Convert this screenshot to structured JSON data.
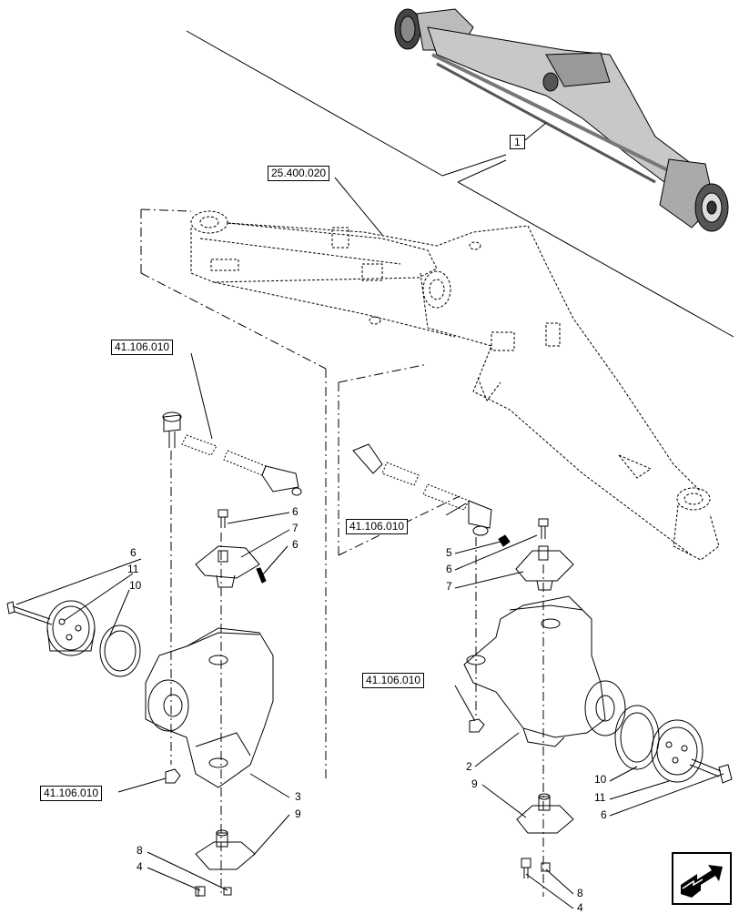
{
  "references": {
    "axle_ref": "25.400.020",
    "tie_rod_ref_left": "41.106.010",
    "tie_rod_ref_right": "41.106.010",
    "nut_ref_left": "41.106.010",
    "nut_ref_right": "41.106.010"
  },
  "callout_number": "1",
  "part_labels": {
    "l6a": "6",
    "l11a": "11",
    "l10a": "10",
    "l6b": "6",
    "l7a": "7",
    "l6c": "6",
    "l3": "3",
    "l9a": "9",
    "l8a": "8",
    "l4a": "4",
    "r5": "5",
    "r6a": "6",
    "r7": "7",
    "r2": "2",
    "r9": "9",
    "r10": "10",
    "r11": "11",
    "r6b": "6",
    "r8": "8",
    "r4": "4"
  },
  "icons": {
    "nav": "next-page-arrow-icon"
  }
}
